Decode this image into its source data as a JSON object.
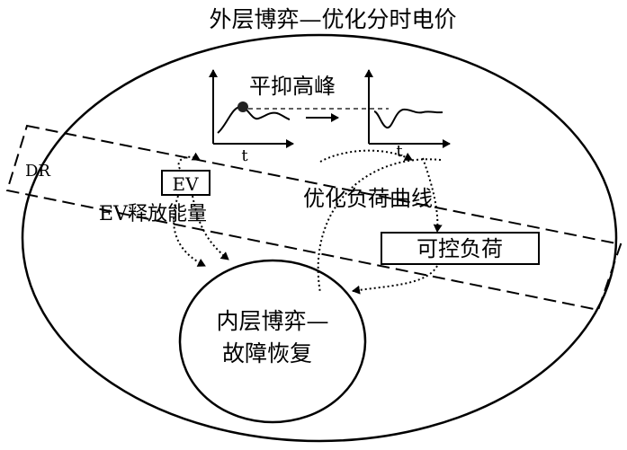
{
  "title": "外层博弈—优化分时电价",
  "peak_shaving_label": "平抑高峰",
  "axis_t_left": "t",
  "axis_t_right": "t",
  "dr_label": "DR",
  "ev_box_label": "EV",
  "ev_release_label": "EV释放能量",
  "optimize_curve_label": "优化负荷曲线",
  "controllable_load_label": "可控负荷",
  "inner_game_line1": "内层博弈—",
  "inner_game_line2": "故障恢复"
}
